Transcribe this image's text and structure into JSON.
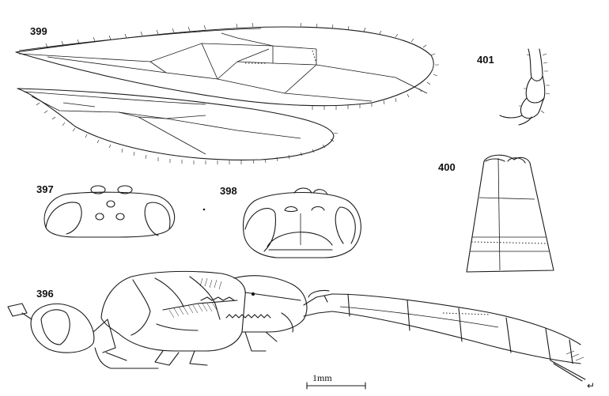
{
  "figure_labels": {
    "fig_399": "399",
    "fig_401": "401",
    "fig_400": "400",
    "fig_397": "397",
    "fig_398": "398",
    "fig_396": "396"
  },
  "scale_bar": {
    "label": "1mm"
  },
  "corner_mark": "↵"
}
